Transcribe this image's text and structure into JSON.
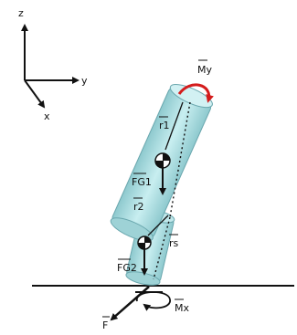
{
  "axes": {
    "z_label": "z",
    "y_label": "y",
    "x_label": "x"
  },
  "labels": {
    "M_y": "My",
    "r_1": "r1",
    "F_G1": "FG1",
    "r_2": "r2",
    "r_s": "rs",
    "F_G2": "FG2",
    "M_x": "Mx",
    "F": "F"
  },
  "colors": {
    "cylinder_fill": "#a8d8dc",
    "cylinder_stroke": "#6aa7ae",
    "moment_arrow": "#d41c1c",
    "ink": "#111111"
  }
}
